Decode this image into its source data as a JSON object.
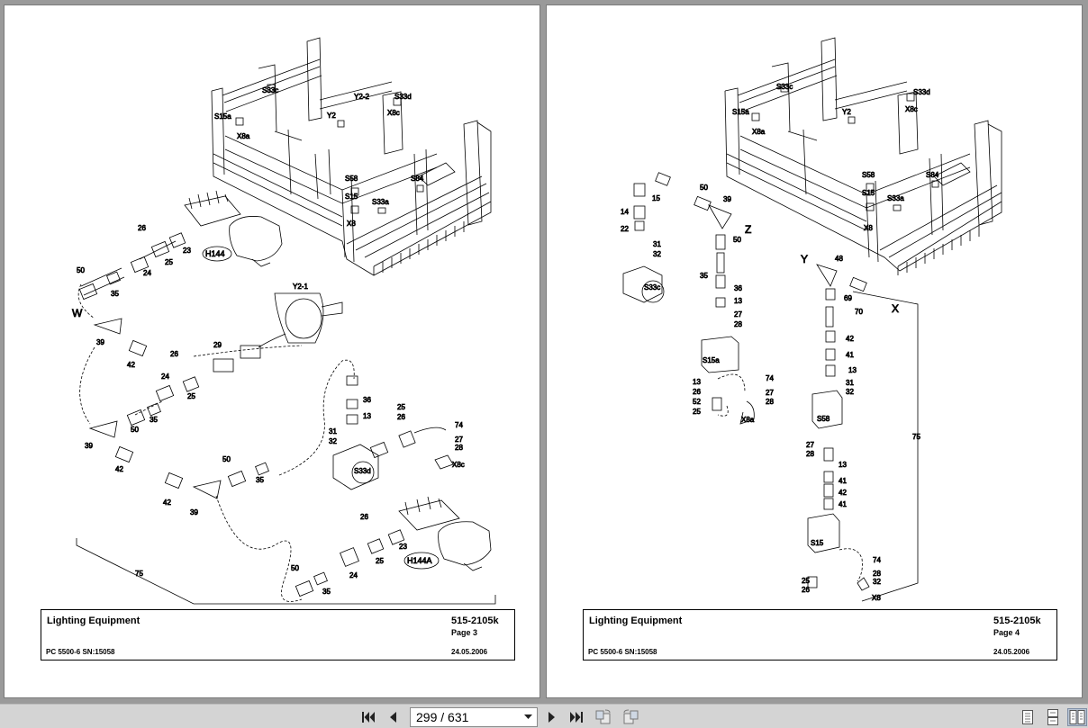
{
  "pages": [
    {
      "title": "Lighting Equipment",
      "code": "515-2105k",
      "page_label": "Page 3",
      "model": "PC 5500-6 SN:15058",
      "date": "24.05.2006",
      "callouts": {
        "frame": [
          "S33c",
          "Y2-2",
          "S33d",
          "X8c",
          "S15a",
          "Y2",
          "X8a",
          "S58",
          "S15",
          "S33a",
          "X8",
          "S84"
        ],
        "parts": [
          "26",
          "23",
          "H144",
          "24",
          "25",
          "50",
          "35",
          "Y2-1",
          "W",
          "39",
          "42",
          "29",
          "26",
          "24",
          "25",
          "36",
          "13",
          "31",
          "32",
          "S33d",
          "25",
          "26",
          "74",
          "27",
          "28",
          "X8c",
          "50",
          "35",
          "39",
          "42",
          "50",
          "35",
          "42",
          "39",
          "26",
          "23",
          "25",
          "24",
          "H144A",
          "50",
          "35",
          "75"
        ]
      }
    },
    {
      "title": "Lighting Equipment",
      "code": "515-2105k",
      "page_label": "Page 4",
      "model": "PC 5500-6 SN:15058",
      "date": "24.05.2006",
      "callouts": {
        "frame": [
          "S33c",
          "S33d",
          "X8c",
          "S15a",
          "Y2",
          "X8a",
          "S58",
          "S15",
          "S33a",
          "X8",
          "S84"
        ],
        "parts": [
          "15",
          "50",
          "39",
          "14",
          "22",
          "Z",
          "50",
          "31",
          "32",
          "S33c",
          "35",
          "36",
          "13",
          "27",
          "28",
          "S15a",
          "74",
          "27",
          "28",
          "13",
          "26",
          "52",
          "25",
          "X8a",
          "Y",
          "48",
          "69",
          "70",
          "X",
          "42",
          "41",
          "13",
          "31",
          "32",
          "S58",
          "75",
          "27",
          "28",
          "13",
          "41",
          "42",
          "41",
          "S15",
          "74",
          "28",
          "32",
          "25",
          "26",
          "X8"
        ]
      }
    }
  ],
  "toolbar": {
    "page_value": "299 / 631",
    "current_page": 299,
    "total_pages": 631,
    "icons": [
      "first-page-icon",
      "prev-page-icon",
      "next-page-icon",
      "last-page-icon",
      "rotate-back-icon",
      "rotate-forward-icon",
      "single-page-view-icon",
      "continuous-view-icon",
      "two-page-view-icon"
    ]
  },
  "colors": {
    "background": "#9a9a9a",
    "page": "#ffffff",
    "toolbar": "#d4d4d4",
    "active_view": "#b8c4d4"
  }
}
